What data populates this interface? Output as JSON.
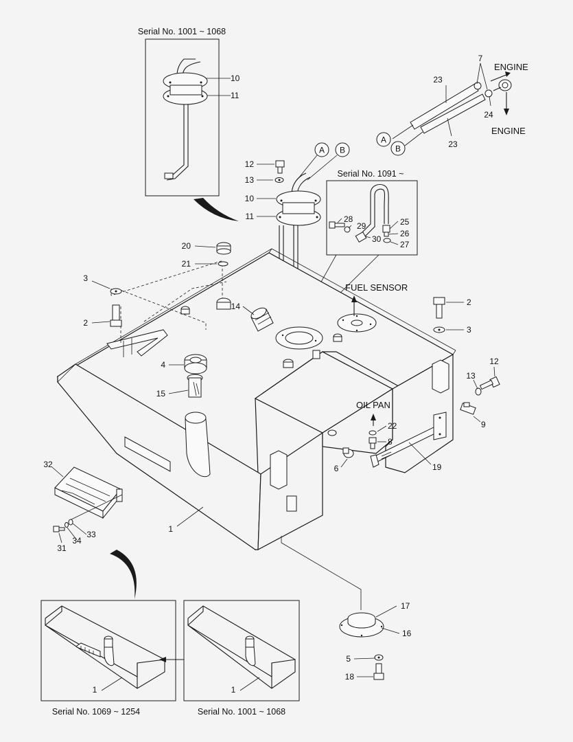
{
  "captions": {
    "top_inset": "Serial No. 1001 ~ 1068",
    "mid_inset": "Serial No. 1091 ~",
    "bottom_left": "Serial No. 1069 ~ 1254",
    "bottom_right": "Serial No. 1001 ~ 1068"
  },
  "annotations": {
    "engine_top": "ENGINE",
    "engine_bottom": "ENGINE",
    "fuel_sensor": "FUEL SENSOR",
    "oil_pan": "OIL PAN"
  },
  "connectors": {
    "a_top": "A",
    "b_top": "B",
    "a_right": "A",
    "b_right": "B"
  },
  "labels": {
    "p1": "1",
    "p1_bl": "1",
    "p1_br": "1",
    "p2_left": "2",
    "p2_right": "2",
    "p3_left": "3",
    "p3_right": "3",
    "p4": "4",
    "p5": "5",
    "p6": "6",
    "p7": "7",
    "p8": "8",
    "p9": "9",
    "p10_inset": "10",
    "p10": "10",
    "p11_inset": "11",
    "p11": "11",
    "p12": "12",
    "p12_right": "12",
    "p13": "13",
    "p13_right": "13",
    "p14": "14",
    "p15": "15",
    "p16": "16",
    "p17": "17",
    "p18": "18",
    "p19": "19",
    "p20": "20",
    "p21": "21",
    "p22": "22",
    "p23_top": "23",
    "p23_bottom": "23",
    "p24": "24",
    "p25": "25",
    "p26": "26",
    "p27": "27",
    "p28": "28",
    "p29": "29",
    "p30": "30",
    "p31": "31",
    "p32": "32",
    "p33": "33",
    "p34": "34"
  }
}
